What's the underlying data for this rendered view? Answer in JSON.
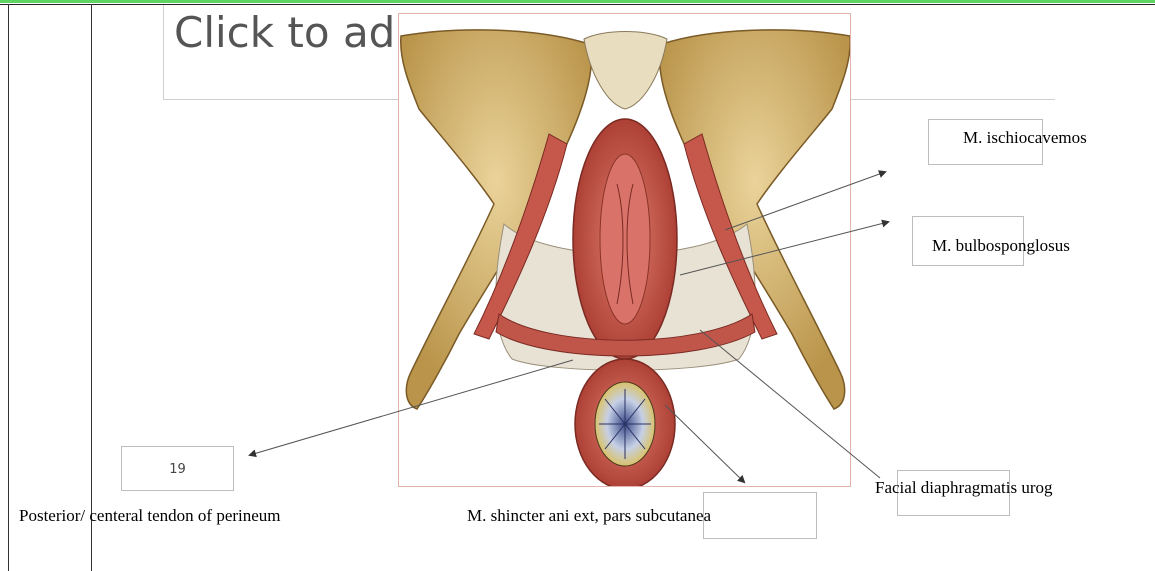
{
  "slide": {
    "title_placeholder": "Click to ad"
  },
  "number_boxes": {
    "box_19": "19"
  },
  "labels": {
    "ischiocavernosus": "M. ischiocavemos",
    "bulbospongiosus": "M. bulbosponglosus",
    "fascia_diaphragmatis": "Facial diaphragmatis urog",
    "central_tendon": "Posterior/ centeral tendon of perineum",
    "sphincter_ani": "M. shincter ani ext, pars subcutanea"
  },
  "colors": {
    "accent_rule": "#5fd35f",
    "bone": "#d4b46a",
    "muscle": "#b8473d",
    "frame_border": "#e2b4ac"
  }
}
